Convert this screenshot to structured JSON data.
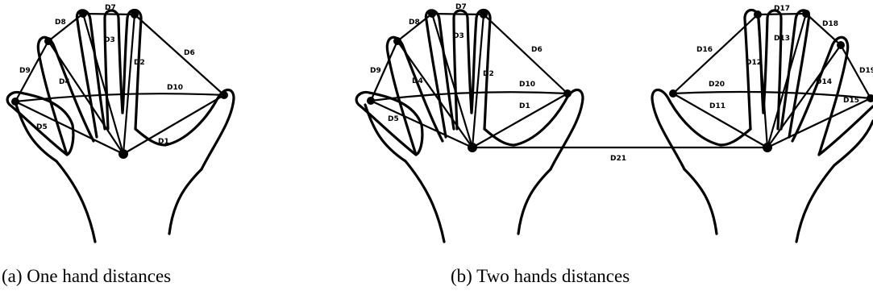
{
  "captions": {
    "a": "(a) One hand distances",
    "b": "(b) Two hands distances"
  },
  "labels": {
    "D1": "D1",
    "D2": "D2",
    "D3": "D3",
    "D4": "D4",
    "D5": "D5",
    "D6": "D6",
    "D7": "D7",
    "D8": "D8",
    "D9": "D9",
    "D10": "D10",
    "D11": "D11",
    "D12": "D12",
    "D13": "D13",
    "D14": "D14",
    "D15": "D15",
    "D16": "D16",
    "D17": "D17",
    "D18": "D18",
    "D19": "D19",
    "D20": "D20",
    "D21": "D21"
  }
}
